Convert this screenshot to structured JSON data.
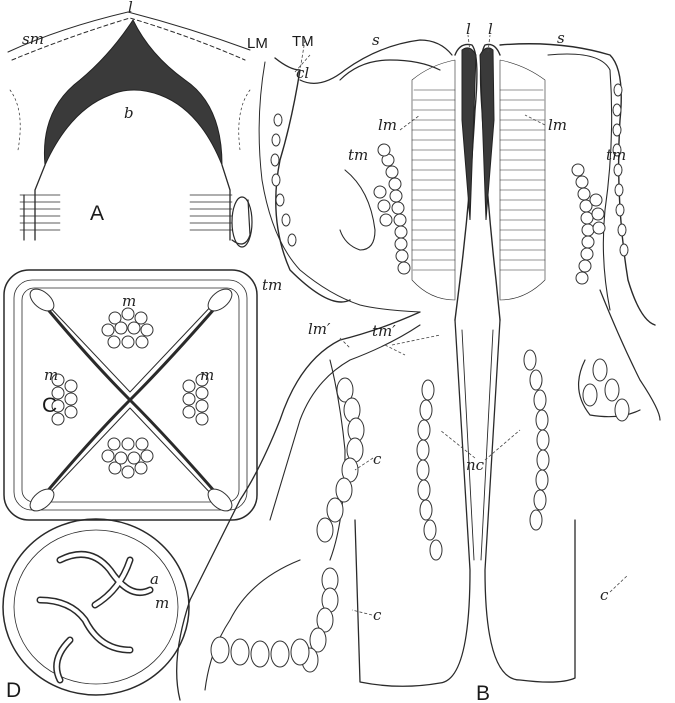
{
  "figure": {
    "panel_labels": {
      "a": "A",
      "b": "B",
      "c": "C",
      "d": "D"
    },
    "labels": {
      "sm": "sm",
      "l_top_a": "l",
      "b": "b",
      "LM": "LM",
      "TM": "TM",
      "cl": "cl",
      "s_left": "s",
      "l_left": "l",
      "l_right": "l",
      "s_right": "s",
      "lm_left": "lm",
      "lm_right": "lm",
      "tm_left": "tm",
      "tm_right": "tm",
      "tm_c": "tm",
      "m_top": "m",
      "m_left": "m",
      "m_right": "m",
      "lm_prime": "lm′",
      "tm_prime": "tm′",
      "c_1": "c",
      "c_2": "c",
      "c_3": "c",
      "nc": "nc",
      "a": "a",
      "m_d": "m"
    }
  }
}
